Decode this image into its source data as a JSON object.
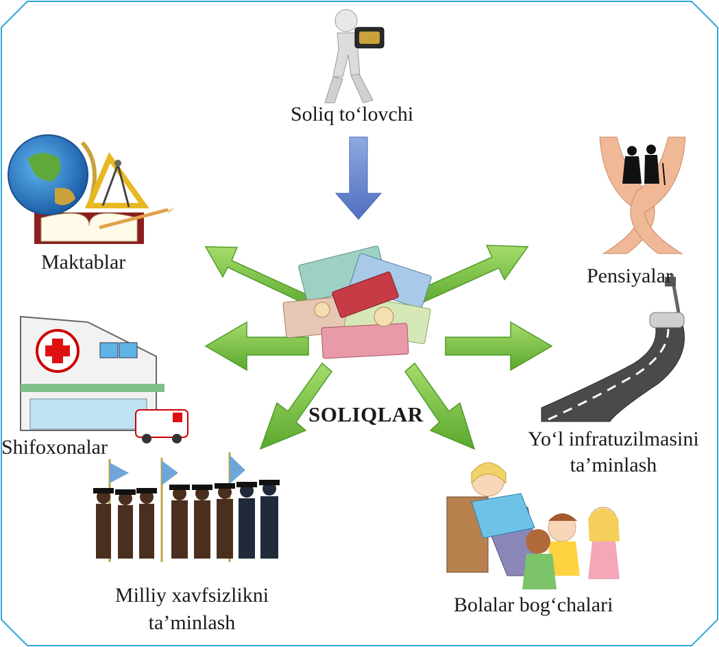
{
  "diagram": {
    "center_label": "SOLIQLAR",
    "source": {
      "label": "Soliq to‘lovchi",
      "icon": "taxpayer-carrying-gold-icon"
    },
    "destinations": [
      {
        "id": "schools",
        "label": "Maktablar",
        "icon": "globe-book-compass-icon"
      },
      {
        "id": "pensions",
        "label": "Pensiyalar",
        "icon": "hands-elderly-couple-icon"
      },
      {
        "id": "hospitals",
        "label": "Shifoxonalar",
        "icon": "hospital-ambulance-icon"
      },
      {
        "id": "roads",
        "label_line1": "Yo‘l infratuzilmasini",
        "label_line2": "ta’minlash",
        "icon": "road-paint-roller-icon"
      },
      {
        "id": "security",
        "label_line1": "Milliy xavfsizlikni",
        "label_line2": "ta’minlash",
        "icon": "honor-guard-soldiers-icon"
      },
      {
        "id": "kindergartens",
        "label": "Bolalar bog‘chalari",
        "icon": "teacher-children-icon"
      }
    ]
  },
  "colors": {
    "frame": "#2aa6dc",
    "down_arrow": "#5b7fc7",
    "green_arrow": "#7cc242",
    "green_arrow_dark": "#4f9a2a"
  }
}
